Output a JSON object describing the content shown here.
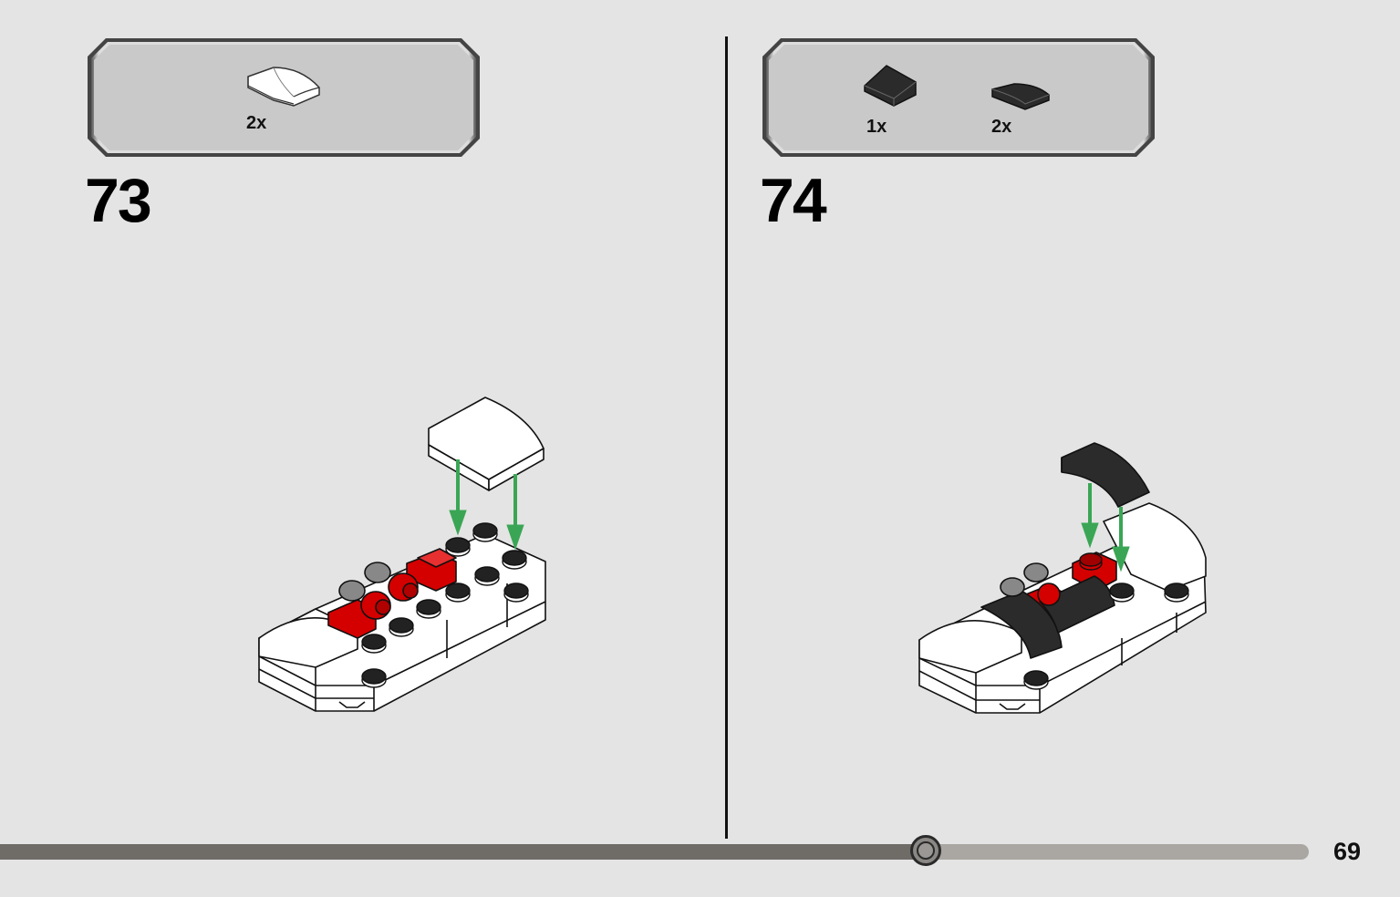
{
  "steps": [
    {
      "number": "73",
      "parts": [
        {
          "icon": "white-curved-slope-icon",
          "color": "#ffffff",
          "count": "2x"
        }
      ]
    },
    {
      "number": "74",
      "parts": [
        {
          "icon": "black-slope-icon",
          "color": "#2b2b2b",
          "count": "1x"
        },
        {
          "icon": "black-curved-slope-icon",
          "color": "#2b2b2b",
          "count": "2x"
        }
      ]
    }
  ],
  "colors": {
    "background": "#e4e4e4",
    "parts_box": "#c8c8c8",
    "brick_white": "#ffffff",
    "brick_red": "#d40000",
    "brick_black": "#2b2b2b",
    "arrow_green": "#3aa655"
  },
  "progress": {
    "fraction": 0.707
  },
  "page_number": "69"
}
